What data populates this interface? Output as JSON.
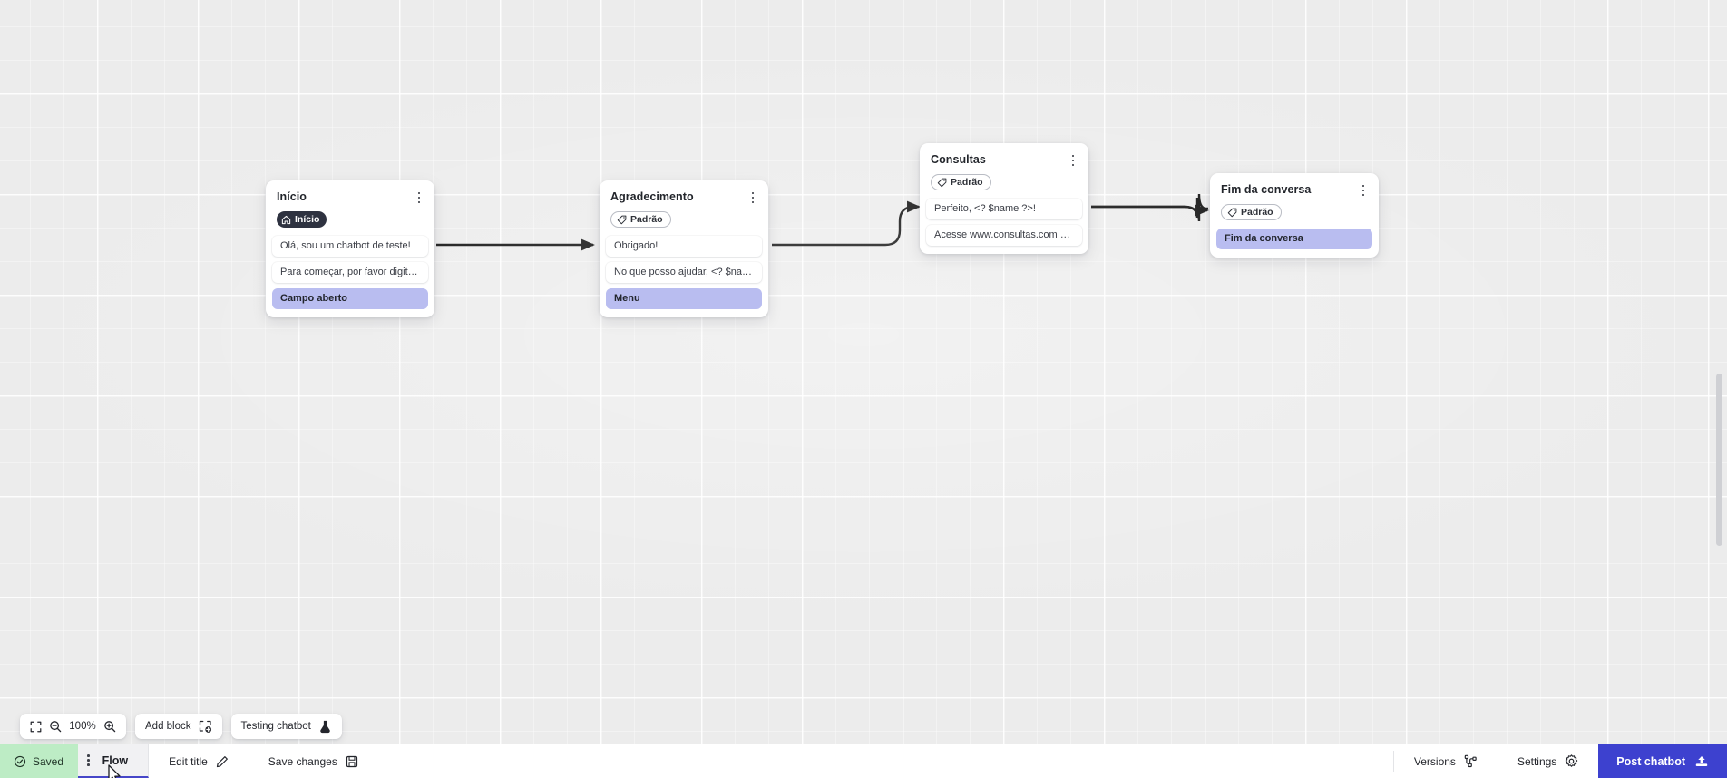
{
  "canvas": {
    "zoom_level": "100%",
    "background": "#ececec",
    "accent_color": "#3d41cf",
    "node_accent_row_color": "#b9bdf0",
    "saved_chip_color": "#bdecc5"
  },
  "nodes": [
    {
      "id": "inicio",
      "title": "Início",
      "badge": {
        "label": "Início",
        "style": "dark",
        "icon": "home-icon"
      },
      "rows": [
        {
          "label": "Olá, sou um chatbot de teste!",
          "accent": false
        },
        {
          "label": "Para começar, por favor digite o ...",
          "accent": false
        },
        {
          "label": "Campo aberto",
          "accent": true
        }
      ]
    },
    {
      "id": "agradecimento",
      "title": "Agradecimento",
      "badge": {
        "label": "Padrão",
        "style": "outline",
        "icon": "tag-icon"
      },
      "rows": [
        {
          "label": "Obrigado!",
          "accent": false
        },
        {
          "label": "No que posso ajudar, <? $name ...",
          "accent": false
        },
        {
          "label": "Menu",
          "accent": true
        }
      ]
    },
    {
      "id": "consultas",
      "title": "Consultas",
      "badge": {
        "label": "Padrão",
        "style": "outline",
        "icon": "tag-icon"
      },
      "rows": [
        {
          "label": "Perfeito, <? $name ?>!",
          "accent": false
        },
        {
          "label": "Acesse www.consultas.com par...",
          "accent": false
        }
      ]
    },
    {
      "id": "fim",
      "title": "Fim da conversa",
      "badge": {
        "label": "Padrão",
        "style": "outline",
        "icon": "tag-icon"
      },
      "rows": [
        {
          "label": "Fim da conversa",
          "accent": true
        }
      ]
    }
  ],
  "float_toolbar": {
    "fit_icon": "fit-screen-icon",
    "zoom_out_icon": "zoom-out-icon",
    "zoom_value": "100%",
    "zoom_in_icon": "zoom-in-icon",
    "add_block_label": "Add block",
    "add_block_icon": "add-block-icon",
    "testing_label": "Testing chatbot",
    "testing_icon": "flask-icon"
  },
  "bottom_bar": {
    "saved_label": "Saved",
    "saved_icon": "check-circle-icon",
    "flow_tab_label": "Flow",
    "flow_tab_menu_icon": "dots-vertical-icon",
    "edit_title_label": "Edit title",
    "edit_title_icon": "pencil-icon",
    "save_changes_label": "Save changes",
    "save_changes_icon": "floppy-disk-icon",
    "versions_label": "Versions",
    "versions_icon": "branch-icon",
    "settings_label": "Settings",
    "settings_icon": "gear-icon",
    "post_label": "Post chatbot",
    "post_icon": "upload-icon"
  }
}
